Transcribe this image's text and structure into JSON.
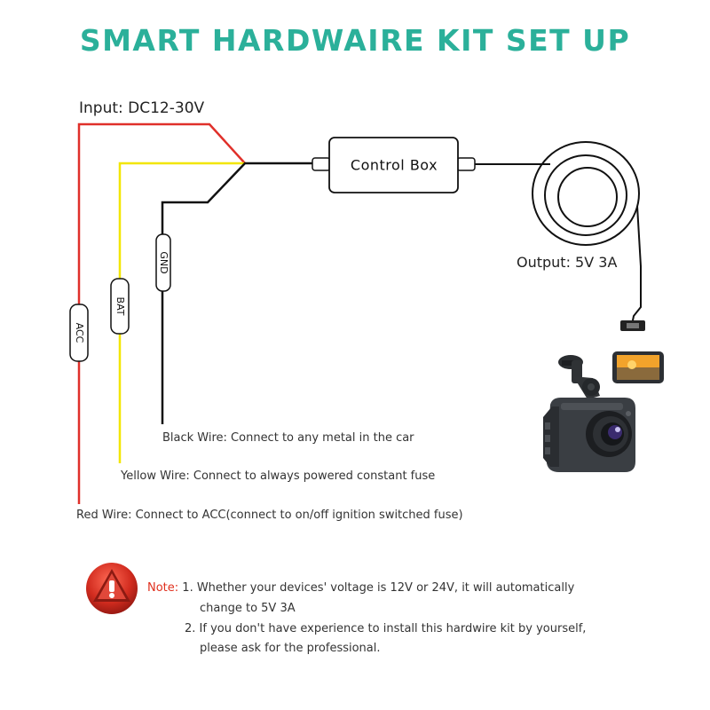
{
  "title": "SMART HARDWAIRE KIT SET UP",
  "input_label": "Input: DC12-30V",
  "control_box_label": "Control Box",
  "output_label": "Output: 5V 3A",
  "wire_tags": {
    "gnd": "GND",
    "bat": "BAT",
    "acc": "ACC"
  },
  "wire_descriptions": {
    "black": "Black Wire: Connect to any metal in the car",
    "yellow": "Yellow Wire: Connect to always powered constant fuse",
    "red": "Red Wire: Connect to ACC(connect to on/off ignition switched fuse)"
  },
  "note": {
    "label": "Note:",
    "line1": "1. Whether your devices' voltage is 12V or 24V, it will automatically",
    "line2": "change to 5V 3A",
    "line3": "2. If you don't have experience to install this hardwire kit by yourself,",
    "line4": "please ask for the professional."
  },
  "colors": {
    "title": "#2bb09a",
    "red_wire": "#e0302a",
    "yellow_wire": "#f2e600",
    "black_wire": "#111111",
    "note_label": "#e0301e",
    "warning_icon": "#c8281e"
  },
  "icons": {
    "warning": "warning-triangle-icon",
    "dashcam": "dashcam-icon"
  }
}
